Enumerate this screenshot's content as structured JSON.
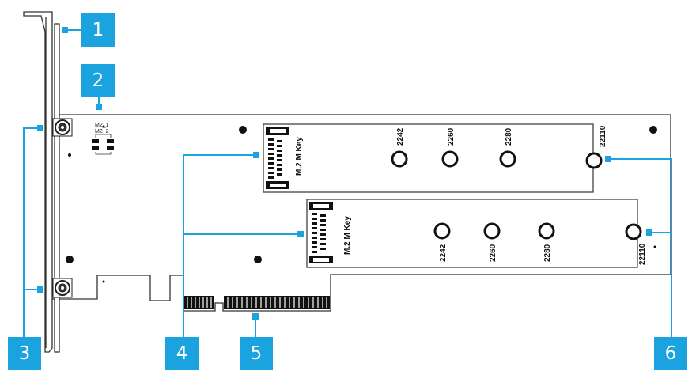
{
  "callouts": [
    "1",
    "2",
    "3",
    "4",
    "5",
    "6"
  ],
  "silkscreen": {
    "switch_label_1": "M2_1",
    "switch_label_2": "M2_2"
  },
  "slots": {
    "top": {
      "key_label": "M.2 M Key",
      "standoffs": [
        "2242",
        "2260",
        "2280",
        "22110"
      ]
    },
    "bottom": {
      "key_label": "M.2 M Key",
      "standoffs": [
        "2242",
        "2260",
        "2280",
        "22110"
      ]
    }
  },
  "colors": {
    "callout": "#1aa3de",
    "line": "#1aa3de",
    "outline": "#333333"
  }
}
